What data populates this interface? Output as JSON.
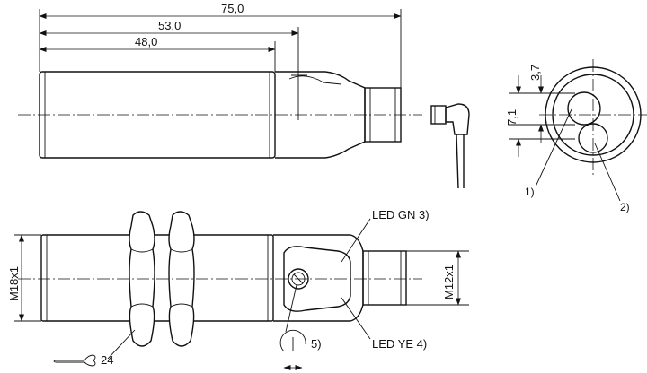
{
  "dimensions": {
    "overall_length": "75,0",
    "length_to_led": "53,0",
    "thread_length": "48,0",
    "top_offset": "3,7",
    "led_spacing": "7,1",
    "thread_main": "M18x1",
    "thread_connector": "M12x1"
  },
  "callouts": {
    "led_green": "LED GN 3)",
    "led_yellow": "LED YE 4)",
    "potentiometer": "5)",
    "wrench_size": "24",
    "front_note_1": "1)",
    "front_note_2": "2)"
  }
}
